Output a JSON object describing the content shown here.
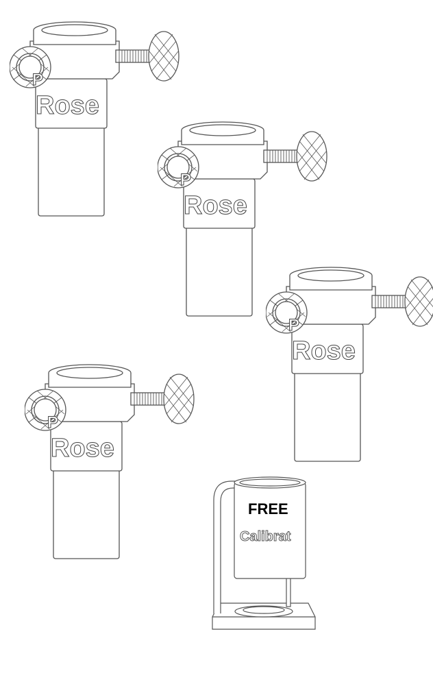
{
  "clamps": [
    {
      "label": "Rose",
      "knob_letter": "P"
    },
    {
      "label": "Rose",
      "knob_letter": "P"
    },
    {
      "label": "Rose",
      "knob_letter": "P"
    },
    {
      "label": "Rose",
      "knob_letter": "P"
    }
  ],
  "stand": {
    "badge": "FREE",
    "label": "Calibrat"
  },
  "colors": {
    "line": "#555555",
    "fill": "#ffffff"
  }
}
